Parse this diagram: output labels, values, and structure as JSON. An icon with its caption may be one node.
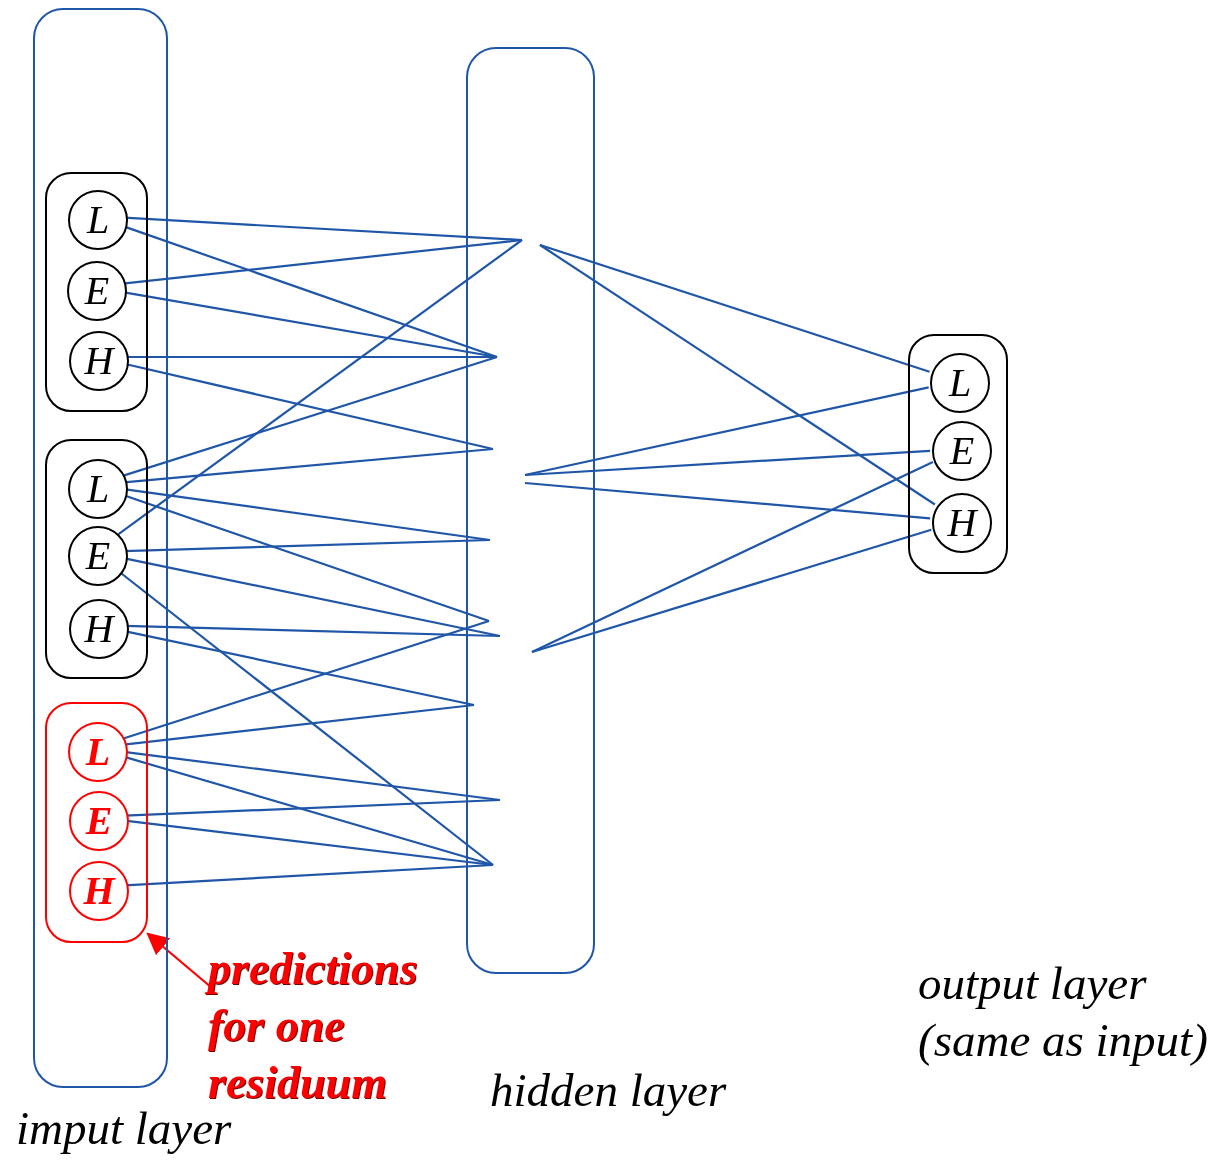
{
  "diagram": {
    "nodes": [
      {
        "text": [
          "imput layer"
        ]
      },
      {
        "text": [],
        "shape": "box",
        "in": 0
      },
      {
        "text": [
          "L"
        ],
        "in": 1
      },
      {
        "text": [
          "E"
        ],
        "in": 1
      },
      {
        "text": [
          "H"
        ],
        "in": 1
      },
      {
        "text": [],
        "shape": "box",
        "in": 0
      },
      {
        "text": [
          "L"
        ],
        "in": 5
      },
      {
        "text": [
          "E"
        ],
        "in": 5
      },
      {
        "text": [
          "H"
        ],
        "in": 5
      },
      {
        "text": [],
        "shape": "box",
        "in": 0
      },
      {
        "text": [
          "L"
        ],
        "in": 9
      },
      {
        "text": [
          "E"
        ],
        "in": 9
      },
      {
        "text": [
          "H"
        ],
        "in": 9
      },
      {
        "text": [
          "hidden layer"
        ]
      },
      {
        "text": [],
        "shape": "box"
      },
      {
        "text": [
          "L"
        ],
        "in": 14
      },
      {
        "text": [
          "E"
        ],
        "in": 14
      },
      {
        "text": [
          "H"
        ],
        "in": 14
      },
      {
        "text": [
          "predictions for one residuum"
        ]
      }
    ],
    "edges": [
      {
        "from": 2,
        "to": 13,
        "arrow": "none"
      },
      {
        "from": 2,
        "to": 13,
        "arrow": "none"
      },
      {
        "from": 3,
        "to": 13,
        "arrow": "none"
      },
      {
        "from": 3,
        "to": 13,
        "arrow": "none"
      },
      {
        "from": 4,
        "to": 13,
        "arrow": "none"
      },
      {
        "from": 4,
        "to": 13,
        "arrow": "none"
      },
      {
        "from": 6,
        "to": 13,
        "arrow": "none"
      },
      {
        "from": 6,
        "to": 13,
        "arrow": "none"
      },
      {
        "from": 6,
        "to": 13,
        "arrow": "none"
      },
      {
        "from": 6,
        "to": 13,
        "arrow": "none"
      },
      {
        "from": 7,
        "to": 13,
        "arrow": "none"
      },
      {
        "from": 7,
        "to": 13,
        "arrow": "none"
      },
      {
        "from": 7,
        "to": 13,
        "arrow": "none"
      },
      {
        "from": 7,
        "to": 13,
        "arrow": "none"
      },
      {
        "from": 8,
        "to": 13,
        "arrow": "none"
      },
      {
        "from": 8,
        "to": 13,
        "arrow": "none"
      },
      {
        "from": 10,
        "to": 13,
        "arrow": "none"
      },
      {
        "from": 10,
        "to": 13,
        "arrow": "none"
      },
      {
        "from": 10,
        "to": 13,
        "arrow": "none"
      },
      {
        "from": 10,
        "to": 13,
        "arrow": "none"
      },
      {
        "from": 11,
        "to": 13,
        "arrow": "none"
      },
      {
        "from": 11,
        "to": 13,
        "arrow": "none"
      },
      {
        "from": 12,
        "to": 13,
        "arrow": "none"
      },
      {
        "from": 13,
        "to": 15,
        "arrow": "none"
      },
      {
        "from": 13,
        "to": 17,
        "arrow": "none"
      },
      {
        "from": 13,
        "to": 15,
        "arrow": "none"
      },
      {
        "from": 13,
        "to": 16,
        "arrow": "none"
      },
      {
        "from": 13,
        "to": 17,
        "arrow": "none"
      },
      {
        "from": 13,
        "to": 16,
        "arrow": "none"
      },
      {
        "from": 13,
        "to": 17,
        "arrow": "none"
      },
      {
        "from": 18,
        "to": 9,
        "arrow": "to",
        "color": "#ff0000"
      }
    ],
    "labels": [
      "output layer (same as input)"
    ]
  }
}
